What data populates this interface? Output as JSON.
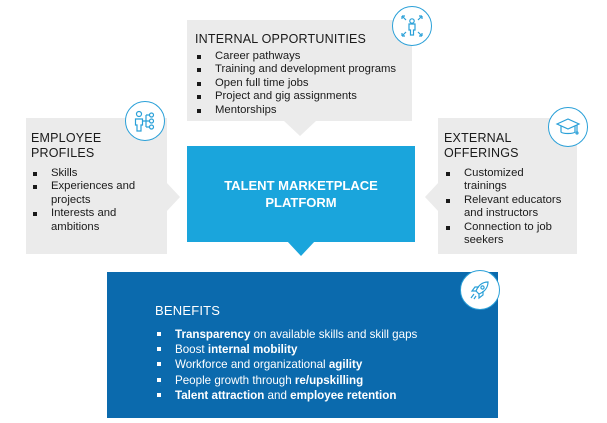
{
  "internal": {
    "title": "INTERNAL OPPORTUNITIES",
    "items": [
      "Career pathways",
      "Training and development programs",
      "Open full time jobs",
      "Project and gig assignments",
      "Mentorships"
    ]
  },
  "employee": {
    "title_line1": "EMPLOYEE",
    "title_line2": "PROFILES",
    "items": [
      "Skills",
      "Experiences and projects",
      "Interests and ambitions"
    ]
  },
  "external": {
    "title_line1": "EXTERNAL",
    "title_line2": "OFFERINGS",
    "items": [
      "Customized trainings",
      "Relevant educators and instructors",
      "Connection to job seekers"
    ]
  },
  "platform": {
    "line1": "TALENT MARKETPLACE",
    "line2": "PLATFORM"
  },
  "benefits": {
    "title": "BENEFITS",
    "items": [
      {
        "bold1": "Transparency",
        "text": " on available skills and skill gaps",
        "bold2": ""
      },
      {
        "bold1": "",
        "text": "Boost ",
        "bold2": "internal mobility"
      },
      {
        "bold1": "",
        "text": "Workforce and organizational ",
        "bold2": "agility"
      },
      {
        "bold1": "",
        "text": "People growth through ",
        "bold2": "re/upskilling"
      },
      {
        "bold1": "Talent attraction",
        "text": " and ",
        "bold2": "employee retention"
      }
    ]
  },
  "colors": {
    "center": "#1aa5dc",
    "benefits": "#0b6aad",
    "panel": "#ebebeb",
    "icon_stroke": "#2aa0d8"
  },
  "icons": [
    "org-chart-icon",
    "person-arrows-icon",
    "graduation-cap-icon",
    "rocket-icon"
  ]
}
